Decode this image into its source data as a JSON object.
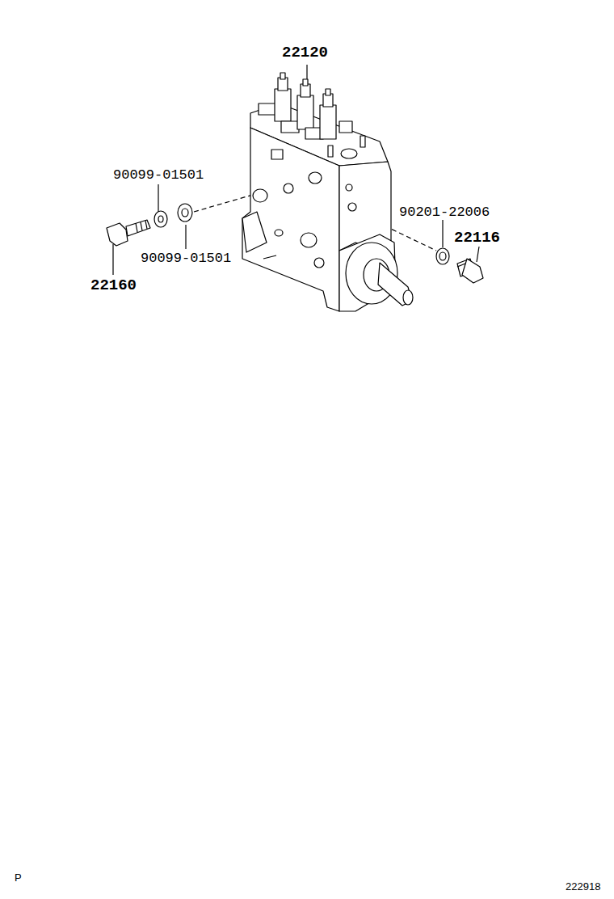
{
  "diagram": {
    "labels": [
      "22120",
      "90099-01501",
      "90099-01501",
      "22160",
      "90201-22006",
      "22116",
      "P",
      "222918"
    ]
  }
}
